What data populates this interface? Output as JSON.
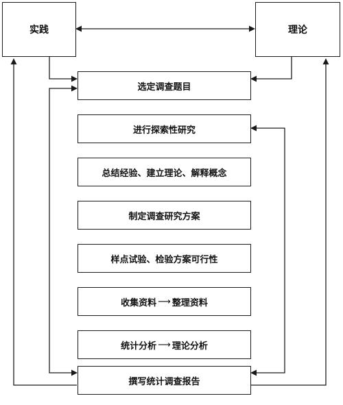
{
  "practice_label": "实践",
  "theory_label": "理论",
  "steps": [
    {
      "text": "选定调查题目"
    },
    {
      "text": "进行探索性研究"
    },
    {
      "text": "总结经验、建立理论、解释概念"
    },
    {
      "text": "制定调查研究方案"
    },
    {
      "text": "样点试验、检验方案可行性"
    },
    {
      "text": "收集资料",
      "text_after": "整理资料"
    },
    {
      "text": "统计分析",
      "text_after": "理论分析"
    },
    {
      "text": "撰写统计调查报告"
    }
  ],
  "colors": {
    "line": "#1a1a1a",
    "background": "#ffffff"
  }
}
